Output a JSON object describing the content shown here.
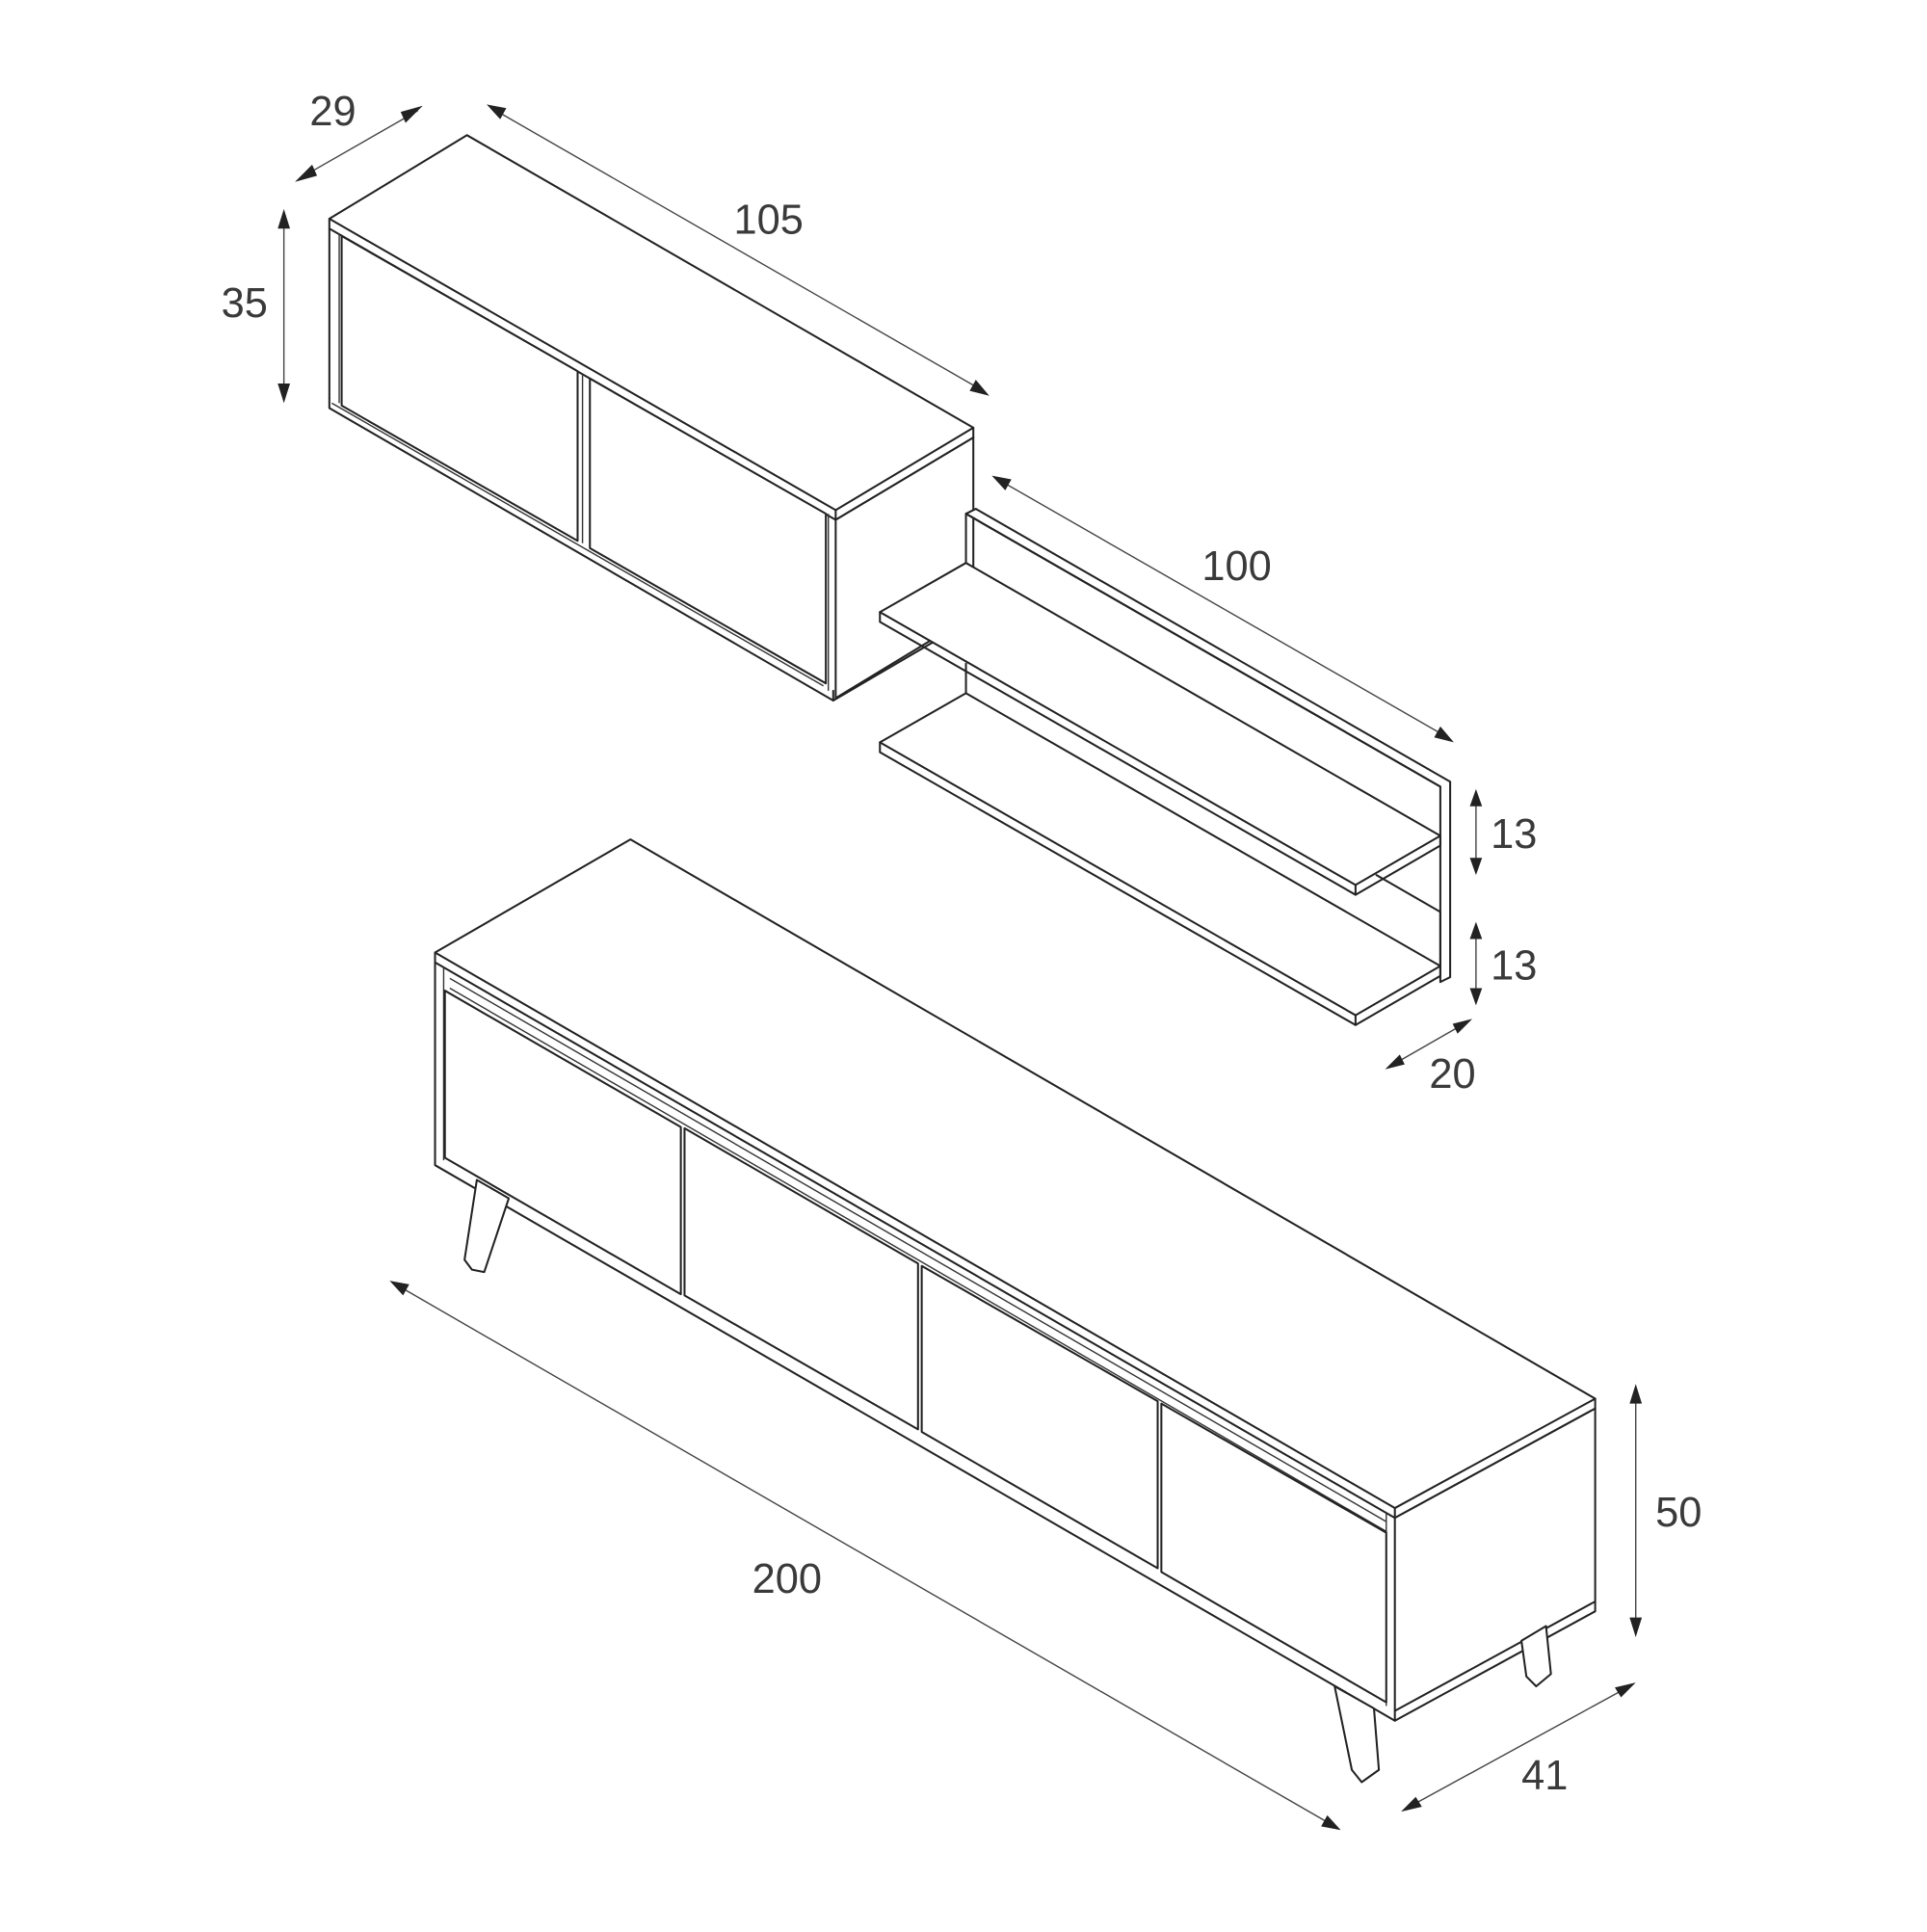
{
  "diagram": {
    "title": "Furniture set dimension drawing",
    "units": "cm",
    "stroke_color": "#222222",
    "label_color": "#3a3a3a",
    "background": "#ffffff",
    "components": [
      {
        "name": "Wall cabinet",
        "doors": 2,
        "dimensions": {
          "width": "105",
          "depth": "29",
          "height": "35"
        }
      },
      {
        "name": "Double wall shelf",
        "shelves": 2,
        "dimensions": {
          "width": "100",
          "depth": "20",
          "shelf_spacing_upper": "13",
          "shelf_spacing_lower": "13"
        }
      },
      {
        "name": "TV unit",
        "doors": 4,
        "legs": 4,
        "dimensions": {
          "width": "200",
          "depth": "41",
          "height": "50"
        }
      }
    ]
  },
  "labels": {
    "cabinet_depth": "29",
    "cabinet_width": "105",
    "cabinet_height": "35",
    "shelf_width": "100",
    "shelf_gap_upper": "13",
    "shelf_gap_lower": "13",
    "shelf_depth": "20",
    "tv_width": "200",
    "tv_height": "50",
    "tv_depth": "41"
  }
}
